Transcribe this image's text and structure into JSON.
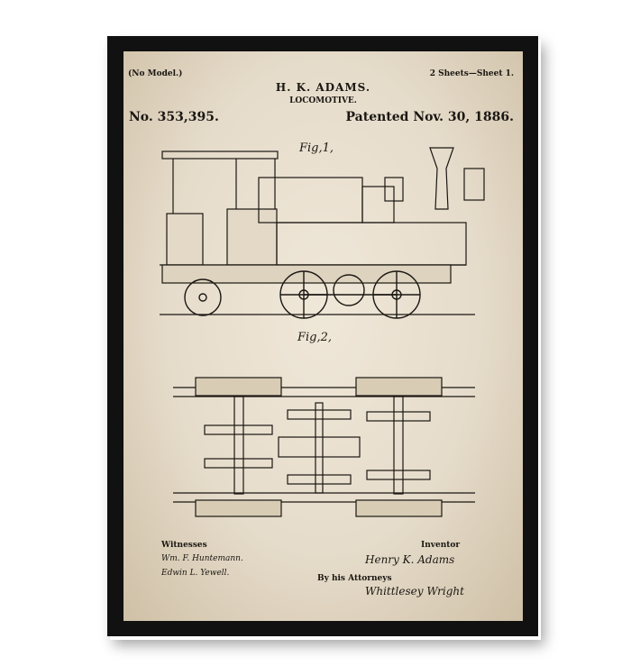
{
  "header": {
    "model": "(No Model.)",
    "sheets": "2 Sheets—Sheet 1.",
    "inventor_name": "H. K. ADAMS.",
    "title": "LOCOMOTIVE.",
    "patent_no": "No. 353,395.",
    "patented": "Patented Nov. 30, 1886."
  },
  "figures": {
    "fig1": "Fig,1,",
    "fig2": "Fig,2,"
  },
  "footer": {
    "witnesses_label": "Witnesses",
    "witness1": "Wm. F. Huntemann.",
    "witness2": "Edwin L. Yewell.",
    "inventor_label": "Inventor",
    "inventor_signature": "Henry K. Adams",
    "attorneys_label": "By his Attorneys",
    "attorney_signature": "Whittlesey Wright"
  },
  "colors": {
    "frame": "#111111",
    "paper": "#e8dfcf",
    "ink": "#1a1712"
  }
}
